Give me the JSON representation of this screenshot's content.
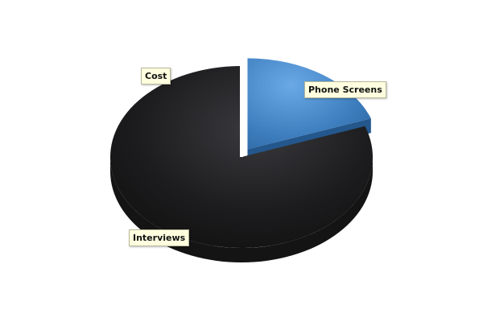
{
  "chart_data": {
    "type": "pie",
    "style": "3d",
    "slices": [
      {
        "label": "Phone Screens",
        "value": 19.5,
        "color": "#3f7fbf",
        "exploded": true
      },
      {
        "label": "Interviews",
        "value": 80.3,
        "color": "#1c1c1c",
        "exploded": false
      },
      {
        "label": "Cost",
        "value": 0.2,
        "color": "#1c1c1c",
        "exploded": false
      }
    ],
    "legend": "none"
  }
}
